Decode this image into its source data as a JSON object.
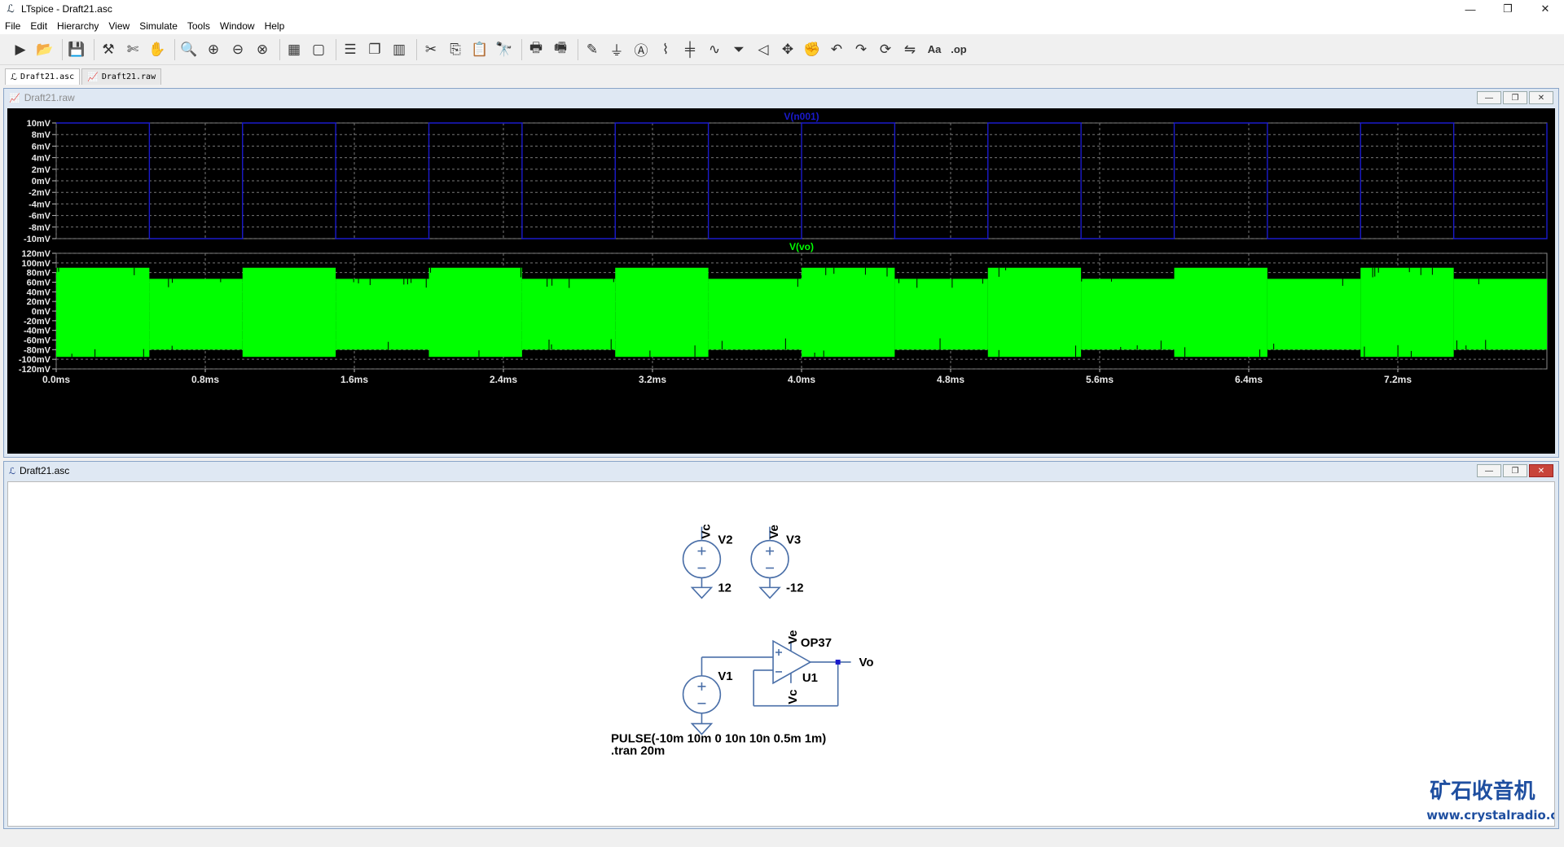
{
  "window": {
    "title": "LTspice - Draft21.asc",
    "controls": {
      "minimize": "—",
      "restore": "❐",
      "close": "✕"
    }
  },
  "menu": [
    "File",
    "Edit",
    "Hierarchy",
    "View",
    "Simulate",
    "Tools",
    "Window",
    "Help"
  ],
  "toolbar": [
    {
      "name": "run-icon",
      "glyph": "▶"
    },
    {
      "name": "open-icon",
      "glyph": "📂"
    },
    {
      "sep": true
    },
    {
      "name": "save-icon",
      "glyph": "💾"
    },
    {
      "sep": true
    },
    {
      "name": "control-panel-icon",
      "glyph": "⚒"
    },
    {
      "name": "halt-icon",
      "glyph": "✄"
    },
    {
      "name": "pan-icon",
      "glyph": "✋"
    },
    {
      "sep": true
    },
    {
      "name": "zoom-in-icon",
      "glyph": "🔍"
    },
    {
      "name": "zoom-fit-icon",
      "glyph": "⊕"
    },
    {
      "name": "zoom-out-icon",
      "glyph": "⊖"
    },
    {
      "name": "zoom-cancel-icon",
      "glyph": "⊗"
    },
    {
      "sep": true
    },
    {
      "name": "autorange-icon",
      "glyph": "▦"
    },
    {
      "name": "mark-icon",
      "glyph": "▢"
    },
    {
      "sep": true
    },
    {
      "name": "tile-horizontal-icon",
      "glyph": "☰"
    },
    {
      "name": "cascade-icon",
      "glyph": "❐"
    },
    {
      "name": "tile-vertical-icon",
      "glyph": "▥"
    },
    {
      "sep": true
    },
    {
      "name": "cut-icon",
      "glyph": "✂"
    },
    {
      "name": "copy-icon",
      "glyph": "⎘"
    },
    {
      "name": "paste-icon",
      "glyph": "📋"
    },
    {
      "name": "find-icon",
      "glyph": "🔭"
    },
    {
      "sep": true
    },
    {
      "name": "print-icon",
      "glyph": "🖶"
    },
    {
      "name": "print-setup-icon",
      "glyph": "🖷"
    },
    {
      "sep": true
    },
    {
      "name": "draw-wire-icon",
      "glyph": "✎"
    },
    {
      "name": "ground-icon",
      "glyph": "⏚"
    },
    {
      "name": "label-net-icon",
      "glyph": "Ⓐ"
    },
    {
      "name": "resistor-icon",
      "glyph": "⌇"
    },
    {
      "name": "capacitor-icon",
      "glyph": "╪"
    },
    {
      "name": "inductor-icon",
      "glyph": "∿"
    },
    {
      "name": "diode-icon",
      "glyph": "⏷"
    },
    {
      "name": "component-icon",
      "glyph": "◁"
    },
    {
      "name": "move-icon",
      "glyph": "✥"
    },
    {
      "name": "drag-icon",
      "glyph": "✊"
    },
    {
      "name": "undo-icon",
      "glyph": "↶"
    },
    {
      "name": "redo-icon",
      "glyph": "↷"
    },
    {
      "name": "rotate-icon",
      "glyph": "⟳"
    },
    {
      "name": "mirror-icon",
      "glyph": "⇋"
    },
    {
      "name": "text-icon",
      "glyph": "Aa"
    },
    {
      "name": "spice-directive-icon",
      "glyph": ".op"
    }
  ],
  "tabs": [
    {
      "label": "Draft21.asc",
      "icon": "schematic-icon",
      "active": true
    },
    {
      "label": "Draft21.raw",
      "icon": "waveform-icon",
      "active": false
    }
  ],
  "waveform_window": {
    "title": "Draft21.raw",
    "controls": {
      "minimize": "—",
      "restore": "❐",
      "close": "✕"
    }
  },
  "schematic_window": {
    "title": "Draft21.asc",
    "controls": {
      "minimize": "—",
      "restore": "❐",
      "close": "✕"
    }
  },
  "chart_data": [
    {
      "type": "line",
      "title": "V(n001)",
      "color": "#1a1acc",
      "ylabels": [
        "10mV",
        "8mV",
        "6mV",
        "4mV",
        "2mV",
        "0mV",
        "-2mV",
        "-4mV",
        "-6mV",
        "-8mV",
        "-10mV"
      ],
      "ylim": [
        -10,
        10
      ],
      "unit": "mV",
      "xlim": [
        0,
        8
      ],
      "period_ms": 1,
      "pulse": {
        "v1": -10,
        "v2": 10,
        "delay": 0,
        "width": 0.5
      },
      "grid": true
    },
    {
      "type": "area",
      "title": "V(vo)",
      "color": "#00ff00",
      "ylabels": [
        "120mV",
        "100mV",
        "80mV",
        "60mV",
        "40mV",
        "20mV",
        "0mV",
        "-20mV",
        "-40mV",
        "-60mV",
        "-80mV",
        "-100mV",
        "-120mV"
      ],
      "ylim": [
        -120,
        120
      ],
      "unit": "mV",
      "xlim": [
        0,
        8
      ],
      "xlabels": [
        "0.0ms",
        "0.8ms",
        "1.6ms",
        "2.4ms",
        "3.2ms",
        "4.0ms",
        "4.8ms",
        "5.6ms",
        "6.4ms",
        "7.2ms"
      ],
      "envelope_high": {
        "max": 90,
        "min": 67
      },
      "envelope_low": {
        "max": -80,
        "min": -95
      },
      "grid": true
    }
  ],
  "schematic": {
    "sources": [
      {
        "ref": "V2",
        "value": "12",
        "net": "Vc"
      },
      {
        "ref": "V3",
        "value": "-12",
        "net": "Ve"
      },
      {
        "ref": "V1",
        "value": "",
        "net": ""
      }
    ],
    "opamp": {
      "ref": "U1",
      "model": "OP37",
      "top_net": "Ve",
      "bottom_net": "Vc",
      "output": "Vo"
    },
    "directives": [
      "PULSE(-10m 10m 0 10n 10n 0.5m 1m)",
      ".tran 20m"
    ]
  },
  "watermark": {
    "line1": "矿石收音机",
    "line2": "www.crystalradio.cn"
  }
}
